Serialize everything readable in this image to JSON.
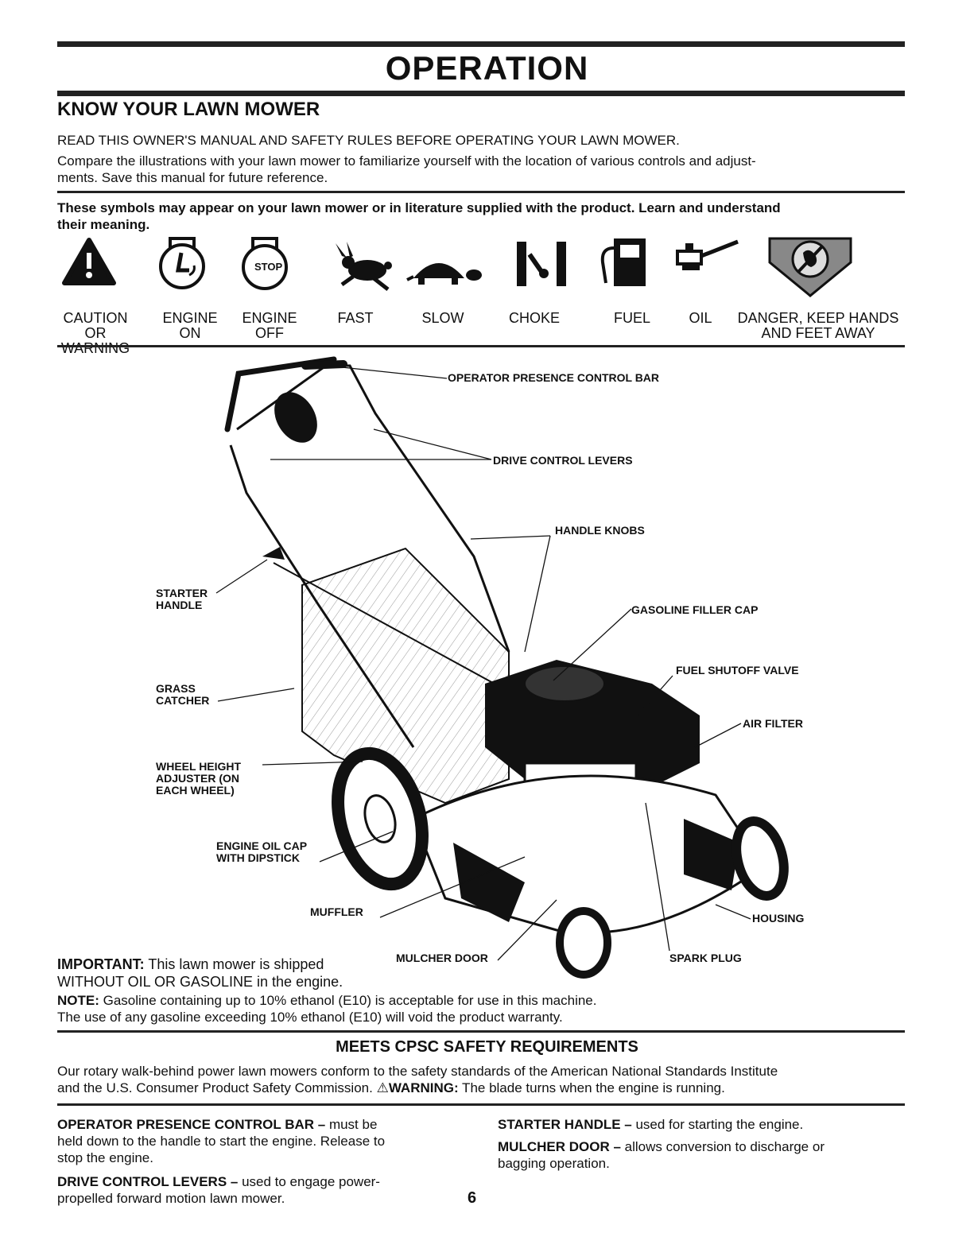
{
  "page": {
    "title": "OPERATION",
    "section_heading": "KNOW YOUR LAWN MOWER",
    "read_notice": "READ THIS OWNER'S MANUAL AND SAFETY RULES BEFORE OPERATING YOUR LAWN MOWER.",
    "compare_line1": "Compare the illustrations with your lawn mower to familiarize yourself with the location of various controls and adjust-",
    "compare_line2": "ments.  Save this manual for future reference.",
    "symbols_intro_line1": "These symbols  may appear on your lawn mower or in literature supplied with the product.  Learn and understand",
    "symbols_intro_line2": "their meaning.",
    "page_number": "6"
  },
  "symbols": [
    {
      "icon": "caution-warning-icon",
      "label1": "CAUTION",
      "label2": "OR WARNING"
    },
    {
      "icon": "engine-on-icon",
      "label1": "ENGINE",
      "label2": "ON"
    },
    {
      "icon": "engine-off-icon",
      "label1": "ENGINE",
      "label2": "OFF",
      "icon_text": "STOP"
    },
    {
      "icon": "rabbit-fast-icon",
      "label1": "FAST",
      "label2": ""
    },
    {
      "icon": "turtle-slow-icon",
      "label1": "SLOW",
      "label2": ""
    },
    {
      "icon": "choke-icon",
      "label1": "CHOKE",
      "label2": ""
    },
    {
      "icon": "fuel-pump-icon",
      "label1": "FUEL",
      "label2": ""
    },
    {
      "icon": "oil-can-icon",
      "label1": "OIL",
      "label2": ""
    },
    {
      "icon": "keep-hands-away-icon",
      "label1": "DANGER, KEEP HANDS",
      "label2": "AND FEET AWAY"
    }
  ],
  "callouts": {
    "operator_bar": "OPERATOR PRESENCE CONTROL BAR",
    "drive_levers": "DRIVE CONTROL LEVERS",
    "handle_knobs": "HANDLE KNOBS",
    "starter_handle_1": "STARTER",
    "starter_handle_2": "HANDLE",
    "gas_cap": "GASOLINE FILLER CAP",
    "fuel_valve": "FUEL SHUTOFF VALVE",
    "grass_catcher_1": "GRASS",
    "grass_catcher_2": "CATCHER",
    "air_filter": "AIR FILTER",
    "wheel_height_1": "WHEEL HEIGHT",
    "wheel_height_2": "ADJUSTER (ON",
    "wheel_height_3": "EACH WHEEL)",
    "oil_cap_1": "ENGINE OIL CAP",
    "oil_cap_2": "WITH DIPSTICK",
    "muffler": "MUFFLER",
    "housing": "HOUSING",
    "mulcher_door": "MULCHER DOOR",
    "spark_plug": "SPARK PLUG"
  },
  "notes": {
    "important_label": "IMPORTANT:",
    "important_line1": " This lawn mower is shipped",
    "important_line2": "WITHOUT OIL OR GASOLINE in the engine.",
    "note_label": "NOTE:",
    "note_line1": " Gasoline containing up to 10% ethanol (E10) is acceptable for use in this machine.",
    "note_line2": "The use of any gasoline exceeding 10% ethanol (E10) will void the product warranty."
  },
  "cpsc": {
    "heading": "MEETS CPSC SAFETY REQUIREMENTS",
    "line1": "Our rotary walk-behind power lawn mowers conform to the safety standards of the American National Standards Institute",
    "line2_a": "and the U.S. Consumer Product Safety Commission. ",
    "warning_label": "WARNING:",
    "line2_b": " The blade turns when the engine is running."
  },
  "descriptions": {
    "opc_term": "OPERATOR PRESENCE CONTROL BAR –",
    "opc_text_1": " must  be",
    "opc_text_2": "held down to the handle to start the engine.  Release to",
    "opc_text_3": "stop the engine.",
    "dcl_term": "DRIVE CONTROL LEVERS –",
    "dcl_text_1": " used  to  engage  power-",
    "dcl_text_2": "propelled forward motion lawn mower.",
    "sh_term": "STARTER HANDLE –",
    "sh_text": " used for starting the engine.",
    "md_term": "MULCHER DOOR –",
    "md_text_1": " allows conversion to discharge or",
    "md_text_2": "bagging operation."
  }
}
